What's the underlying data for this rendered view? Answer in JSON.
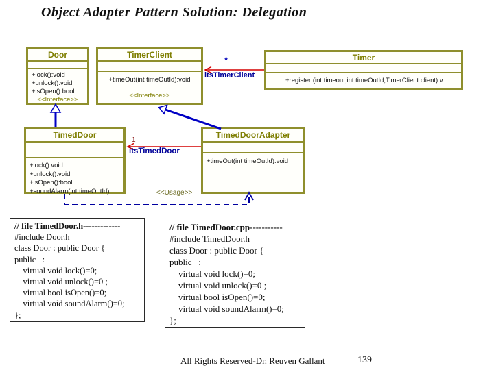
{
  "slide": {
    "title": "Object Adapter Pattern Solution: Delegation",
    "footer": "All Rights Reserved-Dr. Reuven Gallant",
    "page_number": "139"
  },
  "colors": {
    "box_border": "#8f8f2d",
    "class_name_text": "#7e7e00",
    "association_line": "#d40000",
    "realization_line": "#0000c4",
    "usage_line": "#0000a0",
    "role_label_text": "#000099"
  },
  "classes": {
    "door": {
      "name": "Door",
      "methods": [
        "+lock():void",
        "+unlock():void",
        "+isOpen():bool"
      ],
      "stereotype": "<<Interface>>"
    },
    "timer_client": {
      "name": "TimerClient",
      "methods": [
        "+timeOut(int timeOutId):void"
      ],
      "stereotype": "<<Interface>>"
    },
    "timer": {
      "name": "Timer",
      "methods": [
        "+register (int timeout,int timeOutId,TimerClient client):v"
      ]
    },
    "timed_door": {
      "name": "TimedDoor",
      "methods": [
        "+lock():void",
        "+unlock():void",
        "+isOpen():bool",
        "+soundAlarm(int timeOutId)"
      ]
    },
    "timed_door_adapter": {
      "name": "TimedDoorAdapter",
      "methods": [
        "+timeOut(int timeOutId):void"
      ]
    }
  },
  "relations": {
    "its_timer_client": {
      "label": "itsTimerClient",
      "multiplicity": "*"
    },
    "its_timed_door": {
      "label": "itsTimedDoor",
      "multiplicity": "1"
    },
    "usage": {
      "label": "<<Usage>>"
    }
  },
  "code_blocks": {
    "header": {
      "title": "// file TimedDoor.h-------------",
      "lines": [
        "#include Door.h",
        "class Door : public Door {",
        "public   :",
        "    virtual void lock()=0;",
        "    virtual void unlock()=0 ;",
        "    virtual bool isOpen()=0;",
        "    virtual void soundAlarm()=0;",
        "};"
      ]
    },
    "cpp": {
      "title": "// file TimedDoor.cpp-----------",
      "lines": [
        "#include TimedDoor.h",
        "class Door : public Door {",
        "public   :",
        "    virtual void lock()=0;",
        "    virtual void unlock()=0 ;",
        "    virtual bool isOpen()=0;",
        "    virtual void soundAlarm()=0;",
        "};"
      ]
    }
  }
}
